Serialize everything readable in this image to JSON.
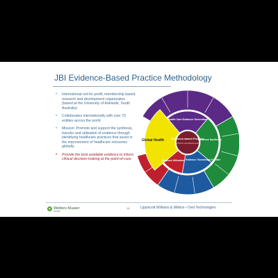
{
  "slide": {
    "title": "JBI Evidence-Based Practice Methodology",
    "bullets": [
      {
        "text": "International not-for-profit, membership based, research and development organization (based at the University of Adelaide, South Australia)",
        "emphasis": false
      },
      {
        "text": "Collaborates internationally with over 70 entities across the world",
        "emphasis": false
      },
      {
        "text": "Mission: Promote and support the synthesis, transfer and utilization of evidence through identifying healthcare practices that assist in the improvement of healthcare outcomes globally.",
        "emphasis": false
      },
      {
        "text": "Provide the best available evidence to inform clinical decision-making at the point-of-care.",
        "emphasis": true
      }
    ],
    "bullet_marker": "•",
    "page_number": "16",
    "publisher": "Lippincott Williams & Wilkins • Ovid Technologies",
    "logo": {
      "name": "Wolters Kluwer",
      "subtitle": "Health"
    }
  },
  "wheel": {
    "center_title": "Evidence-based Practice",
    "center_subtitle": "(clinical / cost-effectiveness)",
    "segments": {
      "top": "Health Care Evidence Generation",
      "right": "Evidence Synthesis",
      "bottom_right": "Evidence / Knowledge Transfer",
      "bottom_left": "Evidence Utilization",
      "left": "Global Health"
    },
    "colors": {
      "top": "#5b2a86",
      "right": "#1e8c3a",
      "bottom": "#1d5aa0",
      "bottom_left": "#c0202e",
      "left": "#f2e400",
      "center": "#7a1e2d"
    }
  }
}
